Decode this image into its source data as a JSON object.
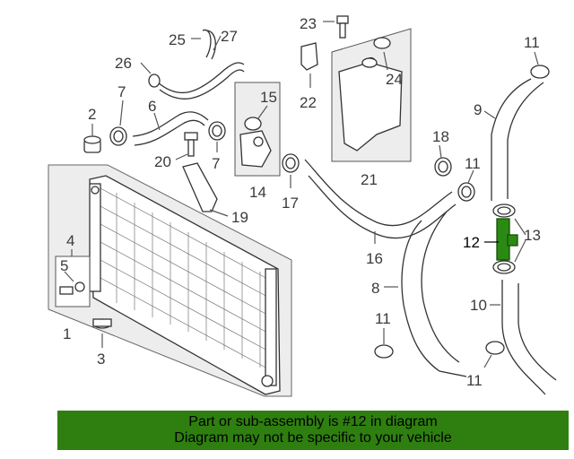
{
  "callouts": {
    "c1": "1",
    "c2": "2",
    "c3": "3",
    "c4": "4",
    "c5": "5",
    "c6": "6",
    "c7a": "7",
    "c7b": "7",
    "c8": "8",
    "c9": "9",
    "c10": "10",
    "c11a": "11",
    "c11b": "11",
    "c11c": "11",
    "c11d": "11",
    "c12": "12",
    "c13": "13",
    "c14": "14",
    "c15": "15",
    "c16": "16",
    "c17": "17",
    "c18": "18",
    "c19": "19",
    "c20": "20",
    "c21": "21",
    "c22": "22",
    "c23": "23",
    "c24": "24",
    "c25": "25",
    "c26": "26",
    "c27": "27"
  },
  "highlight_color": "#2a8a12",
  "banner": {
    "line1": "Part or sub-assembly is #12 in diagram",
    "line2": "Diagram may not be specific to your vehicle",
    "color": "#2f7f10"
  }
}
